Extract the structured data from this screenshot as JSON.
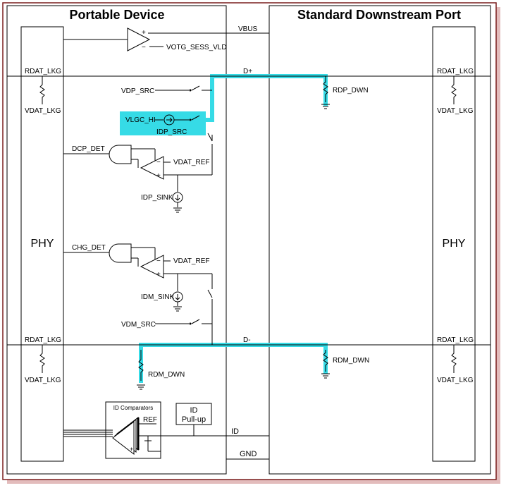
{
  "titles": {
    "left": "Portable Device",
    "right": "Standard Downstream Port"
  },
  "phy": {
    "left": "PHY",
    "right": "PHY"
  },
  "nets": {
    "vbus": "VBUS",
    "dplus": "D+",
    "dminus": "D-",
    "id": "ID",
    "gnd": "GND"
  },
  "labels": {
    "votg_sess_vld": "VOTG_SESS_VLD",
    "rdat_lkg": "RDAT_LKG",
    "vdat_lkg": "VDAT_LKG",
    "vdp_src": "VDP_SRC",
    "vlgc_hi": "VLGC_HI",
    "idp_src": "IDP_SRC",
    "dcp_det": "DCP_DET",
    "chg_det": "CHG_DET",
    "vdat_ref": "VDAT_REF",
    "idp_sink": "IDP_SINK",
    "idm_sink": "IDM_SINK",
    "vdm_src": "VDM_SRC",
    "rdp_dwn": "RDP_DWN",
    "rdm_dwn": "RDM_DWN",
    "id_comparators": "ID Comparators",
    "ref": "REF",
    "id_pullup_1": "ID",
    "id_pullup_2": "Pull-up",
    "plus": "+",
    "minus": "−"
  },
  "colors": {
    "highlight": "#36dbe6",
    "frame_shadow": "#b03a3a",
    "line": "#000000",
    "background": "#ffffff"
  }
}
